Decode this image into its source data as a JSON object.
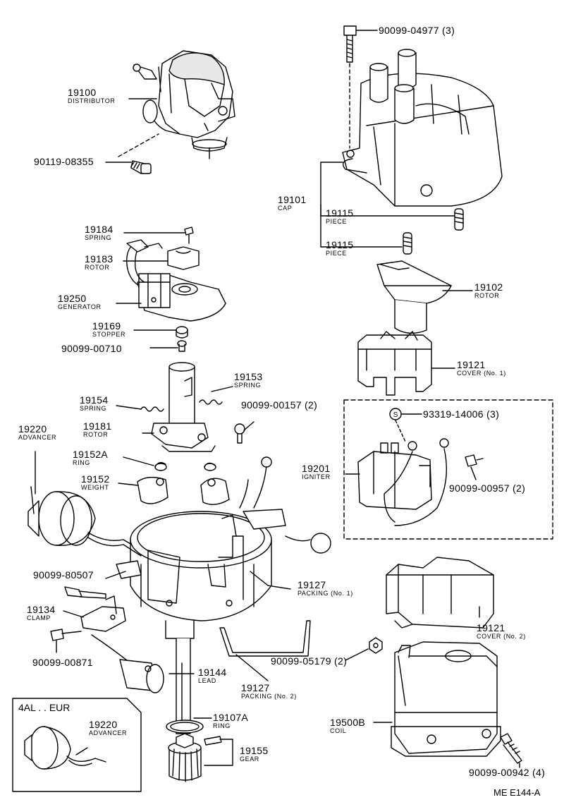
{
  "diagram": {
    "variant_box_title": "4AL . . EUR",
    "footer_code": "ME E144-A",
    "callouts": [
      {
        "id": "c1",
        "part": "90099-04977",
        "qty": "(3)",
        "name": ""
      },
      {
        "id": "c2",
        "part": "19100",
        "qty": "",
        "name": "DISTRIBUTOR"
      },
      {
        "id": "c3",
        "part": "90119-08355",
        "qty": "",
        "name": ""
      },
      {
        "id": "c4",
        "part": "19101",
        "qty": "",
        "name": "CAP"
      },
      {
        "id": "c5",
        "part": "19115",
        "qty": "",
        "name": "PIECE"
      },
      {
        "id": "c6",
        "part": "19115",
        "qty": "",
        "name": "PIECE"
      },
      {
        "id": "c7",
        "part": "19184",
        "qty": "",
        "name": "SPRING"
      },
      {
        "id": "c8",
        "part": "19183",
        "qty": "",
        "name": "ROTOR"
      },
      {
        "id": "c9",
        "part": "19250",
        "qty": "",
        "name": "GENERATOR"
      },
      {
        "id": "c10",
        "part": "19169",
        "qty": "",
        "name": "STOPPER"
      },
      {
        "id": "c11",
        "part": "90099-00710",
        "qty": "",
        "name": ""
      },
      {
        "id": "c12",
        "part": "19102",
        "qty": "",
        "name": "ROTOR"
      },
      {
        "id": "c13",
        "part": "19121",
        "qty": "",
        "name": "COVER (No. 1)"
      },
      {
        "id": "c14",
        "part": "19153",
        "qty": "",
        "name": "SPRING"
      },
      {
        "id": "c15",
        "part": "19154",
        "qty": "",
        "name": "SPRING"
      },
      {
        "id": "c16",
        "part": "19181",
        "qty": "",
        "name": "ROTOR"
      },
      {
        "id": "c17",
        "part": "90099-00157",
        "qty": "(2)",
        "name": ""
      },
      {
        "id": "c18",
        "part": "19220",
        "qty": "",
        "name": "ADVANCER"
      },
      {
        "id": "c19",
        "part": "19152A",
        "qty": "",
        "name": "RING"
      },
      {
        "id": "c20",
        "part": "19152",
        "qty": "",
        "name": "WEIGHT"
      },
      {
        "id": "c21",
        "part": "93319-14006",
        "qty": "(3)",
        "name": ""
      },
      {
        "id": "c22",
        "part": "19201",
        "qty": "",
        "name": "IGNITER"
      },
      {
        "id": "c23",
        "part": "90099-00957",
        "qty": "(2)",
        "name": ""
      },
      {
        "id": "c24",
        "part": "90099-80507",
        "qty": "",
        "name": ""
      },
      {
        "id": "c25",
        "part": "19127",
        "qty": "",
        "name": "PACKING (No. 1)"
      },
      {
        "id": "c26",
        "part": "19134",
        "qty": "",
        "name": "CLAMP"
      },
      {
        "id": "c27",
        "part": "19121",
        "qty": "",
        "name": "COVER (No. 2)"
      },
      {
        "id": "c28",
        "part": "90099-00871",
        "qty": "",
        "name": ""
      },
      {
        "id": "c29",
        "part": "90099-05179",
        "qty": "(2)",
        "name": ""
      },
      {
        "id": "c30",
        "part": "19144",
        "qty": "",
        "name": "LEAD"
      },
      {
        "id": "c31",
        "part": "19127",
        "qty": "",
        "name": "PACKING (No. 2)"
      },
      {
        "id": "c32",
        "part": "19220",
        "qty": "",
        "name": "ADVANCER"
      },
      {
        "id": "c33",
        "part": "19107A",
        "qty": "",
        "name": "RING"
      },
      {
        "id": "c34",
        "part": "19500B",
        "qty": "",
        "name": "COIL"
      },
      {
        "id": "c35",
        "part": "19155",
        "qty": "",
        "name": "GEAR"
      },
      {
        "id": "c36",
        "part": "90099-00942",
        "qty": "(4)",
        "name": ""
      }
    ],
    "seal_symbol": "S"
  }
}
